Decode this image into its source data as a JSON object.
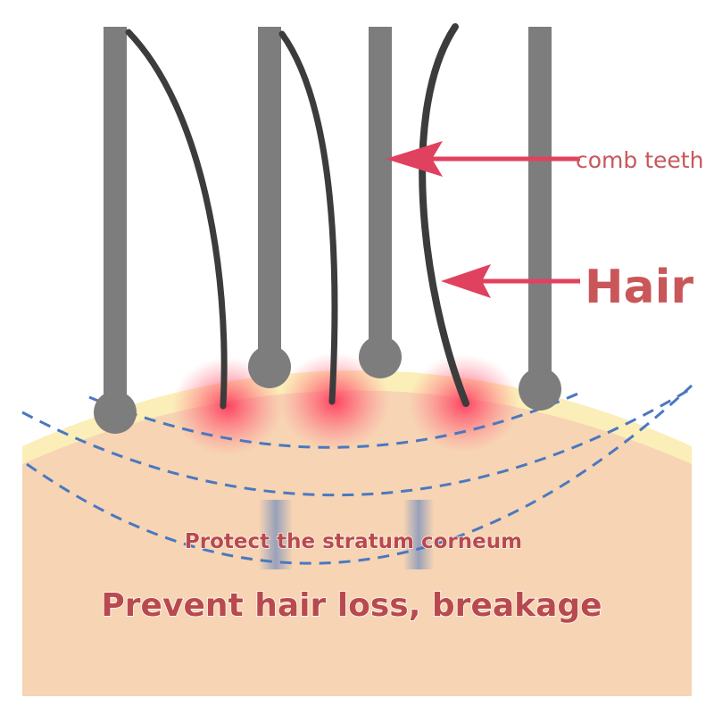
{
  "labels": {
    "comb_teeth": "comb teeth",
    "hair": "Hair",
    "stratum": "Protect the stratum corneum",
    "prevent": "Prevent hair loss, breakage"
  },
  "colors": {
    "skin": "#f7d4b3",
    "skin_edge": "#fbeeb8",
    "comb": "#7d7d7d",
    "hair": "#3c3c3c",
    "arrow": "#e0415e",
    "text_red": "#c9575a",
    "dash": "#4a78c0",
    "glow": "#ff3a5c"
  },
  "icons": {
    "comb_teeth": "comb-tooth-icon",
    "hair_strand": "hair-strand-icon"
  }
}
